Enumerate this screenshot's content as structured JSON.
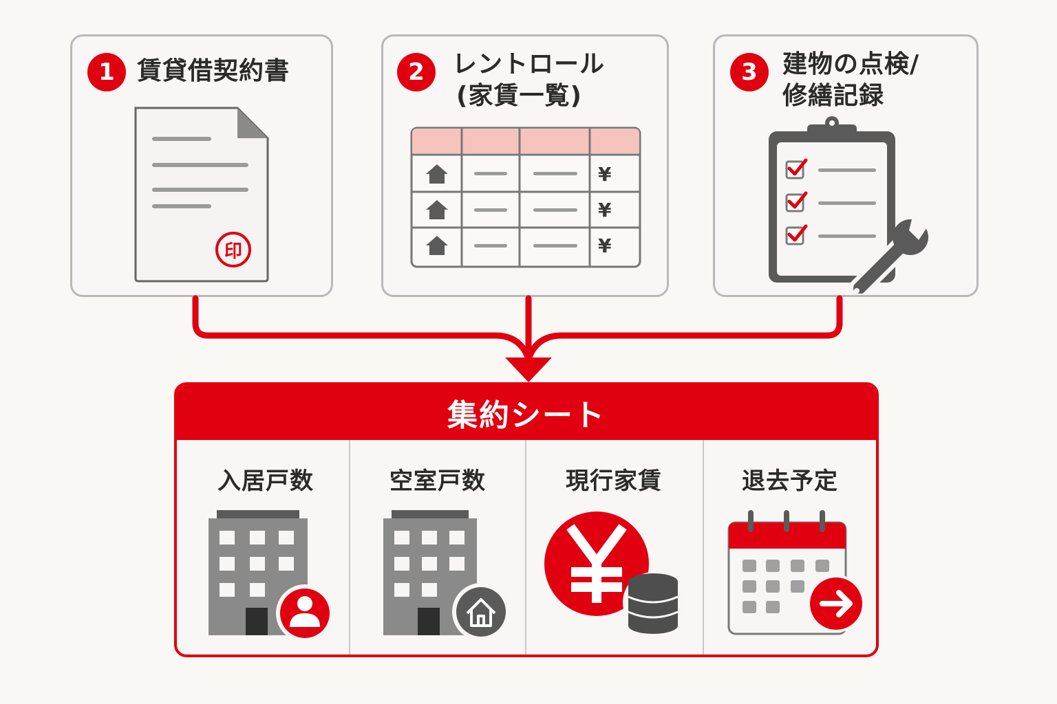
{
  "sources": [
    {
      "number": "1",
      "title_line1": "賃貸借契約書",
      "title_line2": "",
      "stamp": "印"
    },
    {
      "number": "2",
      "title_line1": "レントロール",
      "title_line2": "(家賃一覧)",
      "yen": "¥"
    },
    {
      "number": "3",
      "title_line1": "建物の点検/",
      "title_line2": "修繕記録"
    }
  ],
  "summary_sheet": {
    "title": "集約シート",
    "items": [
      {
        "label": "入居戸数",
        "icon": "building-occupant-icon"
      },
      {
        "label": "空室戸数",
        "icon": "building-vacant-icon"
      },
      {
        "label": "現行家賃",
        "icon": "yen-coins-icon"
      },
      {
        "label": "退去予定",
        "icon": "calendar-arrow-icon"
      }
    ]
  },
  "colors": {
    "accent": "#e00010",
    "gray": "#7a7a7a",
    "border": "#b8b8b8"
  }
}
